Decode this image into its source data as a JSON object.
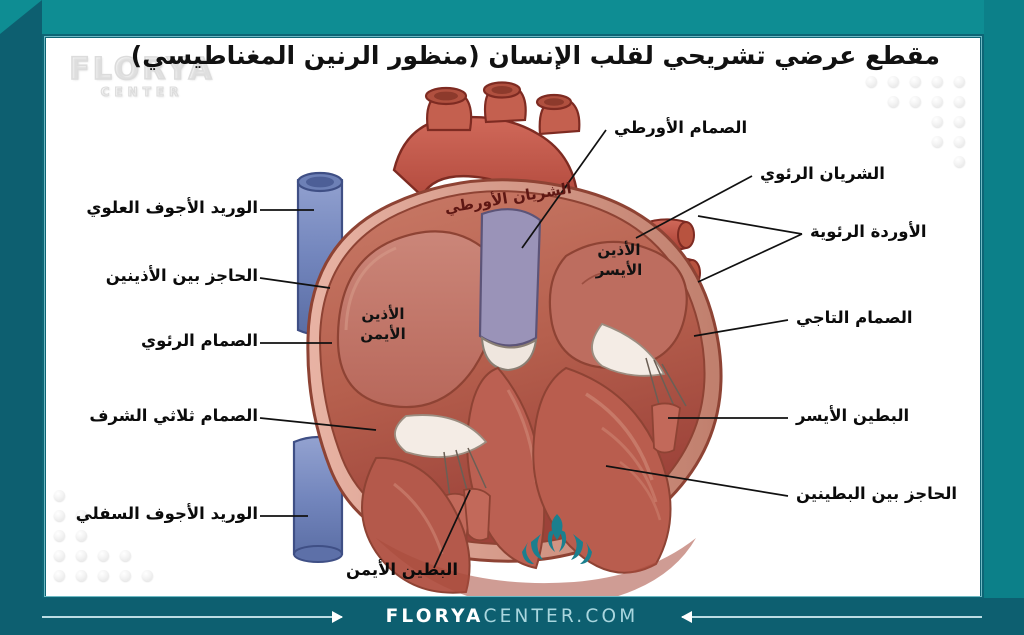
{
  "title": "مقطع عرضي تشريحي لقلب الإنسان (منظور الرنين المغناطيسي)",
  "watermark": {
    "main": "FLORYA",
    "sub": "CENTER"
  },
  "footer": {
    "brand_bold": "FLORYA",
    "brand_light": "CENTER.COM"
  },
  "colors": {
    "frame_top": "#0e8d93",
    "frame_left": "#0d5f70",
    "frame_right": "#0c8089",
    "footer_bar": "#0d5f70",
    "leaf_mark": "#1b7f8e",
    "title_text": "#111111",
    "label_text": "#0b0b0b",
    "aorta_label_text": "#5e1713",
    "muscle_dark": "#a2453c",
    "muscle_mid": "#bb5f4f",
    "muscle_light": "#c87b68",
    "chamber_fill": "#c4786c",
    "vein_blue": "#7b8ec4",
    "vein_blue_dark": "#5c6fa8",
    "valve_white": "#f3ece6"
  },
  "labels": {
    "left": [
      {
        "id": "superior-vena-cava",
        "text": "الوريد الأجوف العلوي"
      },
      {
        "id": "interatrial-septum",
        "text": "الحاجز بين الأذينين"
      },
      {
        "id": "pulmonary-valve",
        "text": "الصمام الرئوي"
      },
      {
        "id": "tricuspid-valve",
        "text": "الصمام ثلاثي الشرف"
      },
      {
        "id": "inferior-vena-cava",
        "text": "الوريد الأجوف السفلي"
      }
    ],
    "right": [
      {
        "id": "aortic-valve",
        "text": "الصمام الأورطي"
      },
      {
        "id": "pulmonary-artery",
        "text": "الشريان الرئوي"
      },
      {
        "id": "pulmonary-veins",
        "text": "الأوردة الرئوية"
      },
      {
        "id": "mitral-valve",
        "text": "الصمام التاجي"
      },
      {
        "id": "left-ventricle",
        "text": "البطين الأيسر"
      },
      {
        "id": "interventricular-septum",
        "text": "الحاجز بين البطينين"
      }
    ],
    "bottom": [
      {
        "id": "right-ventricle",
        "text": "البطين الأيمن"
      }
    ],
    "internal": [
      {
        "id": "aorta",
        "text": "الشريان الأورطي"
      },
      {
        "id": "right-atrium-line1",
        "text": "الأذين"
      },
      {
        "id": "right-atrium-line2",
        "text": "الأيمن"
      },
      {
        "id": "left-atrium-line1",
        "text": "الأذين"
      },
      {
        "id": "left-atrium-line2",
        "text": "الأيسر"
      }
    ]
  }
}
